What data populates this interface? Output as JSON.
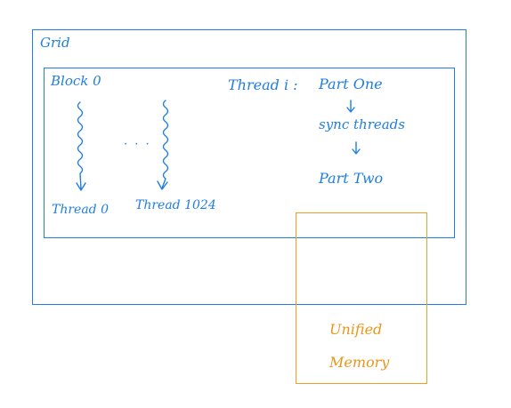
{
  "grid": {
    "label": "Grid"
  },
  "block": {
    "label": "Block 0"
  },
  "threads": {
    "first": "Thread 0",
    "last": "Thread 1024",
    "ellipsis": "· · ·"
  },
  "thread_i": {
    "label": "Thread i :",
    "steps": [
      "Part One",
      "sync threads",
      "Part Two"
    ]
  },
  "memory": {
    "line1": "Unified",
    "line2": "Memory"
  },
  "colors": {
    "blue": "#1f7ee0",
    "orange": "#e8951a"
  }
}
